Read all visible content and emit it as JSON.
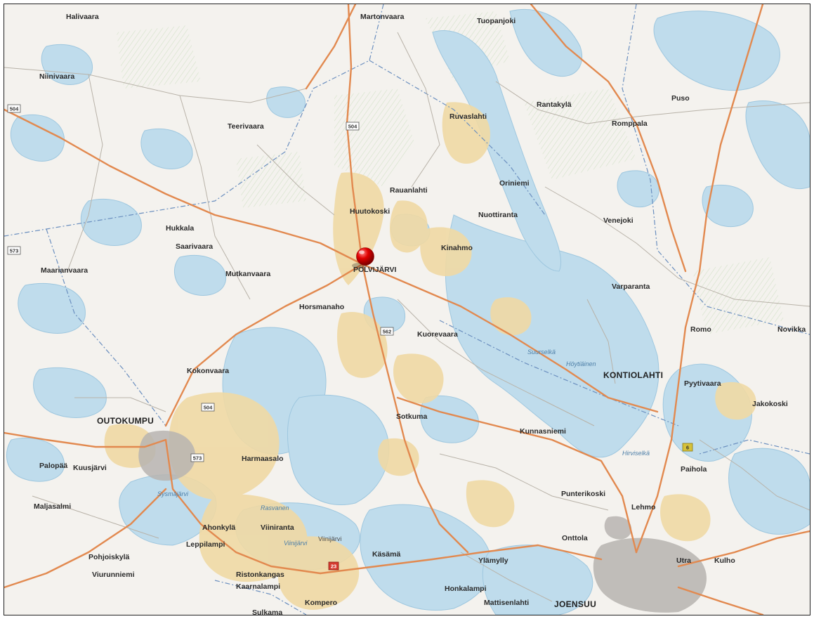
{
  "map": {
    "colors": {
      "land": "#f4f2ee",
      "water": "#bfdcec",
      "water_edge": "#9ec7df",
      "settlement": "#f0d9a4",
      "field": "#e9e3c9",
      "urban": "#a9a9a9",
      "main_road": "#e2894f",
      "minor_road": "#b8b2a8",
      "border": "#6b8fbf",
      "marker": "#d00000"
    },
    "marker": {
      "label": "POLVIJÄRVI",
      "icon": "location-pin-icon"
    },
    "towns": [
      {
        "id": "outokumpu",
        "label": "OUTOKUMPU"
      },
      {
        "id": "kontiolahti",
        "label": "KONTIOLAHTI"
      },
      {
        "id": "joensuu",
        "label": "JOENSUU"
      }
    ],
    "places": [
      "Halivaara",
      "Martonvaara",
      "Tuopanjoki",
      "Niinivaara",
      "Rantakylä",
      "Puso",
      "Ruvaslahti",
      "Romppala",
      "Teerivaara",
      "Rauanlahti",
      "Huutokoski",
      "Oriniemi",
      "Nuottiranta",
      "Venejoki",
      "Hukkala",
      "Saarivaara",
      "Kinahmo",
      "Maarianvaara",
      "Mutkanvaara",
      "Varparanta",
      "Horsmanaho",
      "Kuorevaara",
      "Romo",
      "Kokonvaara",
      "Novikka",
      "Pyytivaara",
      "Jakokoski",
      "Sotkuma",
      "Kunnasniemi",
      "Harmaasalo",
      "Palopää",
      "Kuusjärvi",
      "Paihola",
      "Punterikoski",
      "Maljasalmi",
      "Ahonkylä",
      "Viinijärvi",
      "Viiniranta",
      "Leppilampi",
      "Pohjoiskylä",
      "Käsämä",
      "Ylämylly",
      "Onttola",
      "Utra",
      "Kulho",
      "Viurunniemi",
      "Ristonkangas",
      "Kaarnalampi",
      "Honkalampi",
      "Kompero",
      "Mattisenlahti",
      "Sulkama",
      "Lehmo"
    ],
    "lakes": [
      "Suurselkä",
      "Höytiäinen",
      "Sysmäjärvi",
      "Viinijärvi",
      "Rasvanen",
      "Hirviselkä"
    ],
    "road_numbers": [
      "504",
      "504",
      "573",
      "562",
      "573",
      "504",
      "23",
      "6"
    ]
  }
}
